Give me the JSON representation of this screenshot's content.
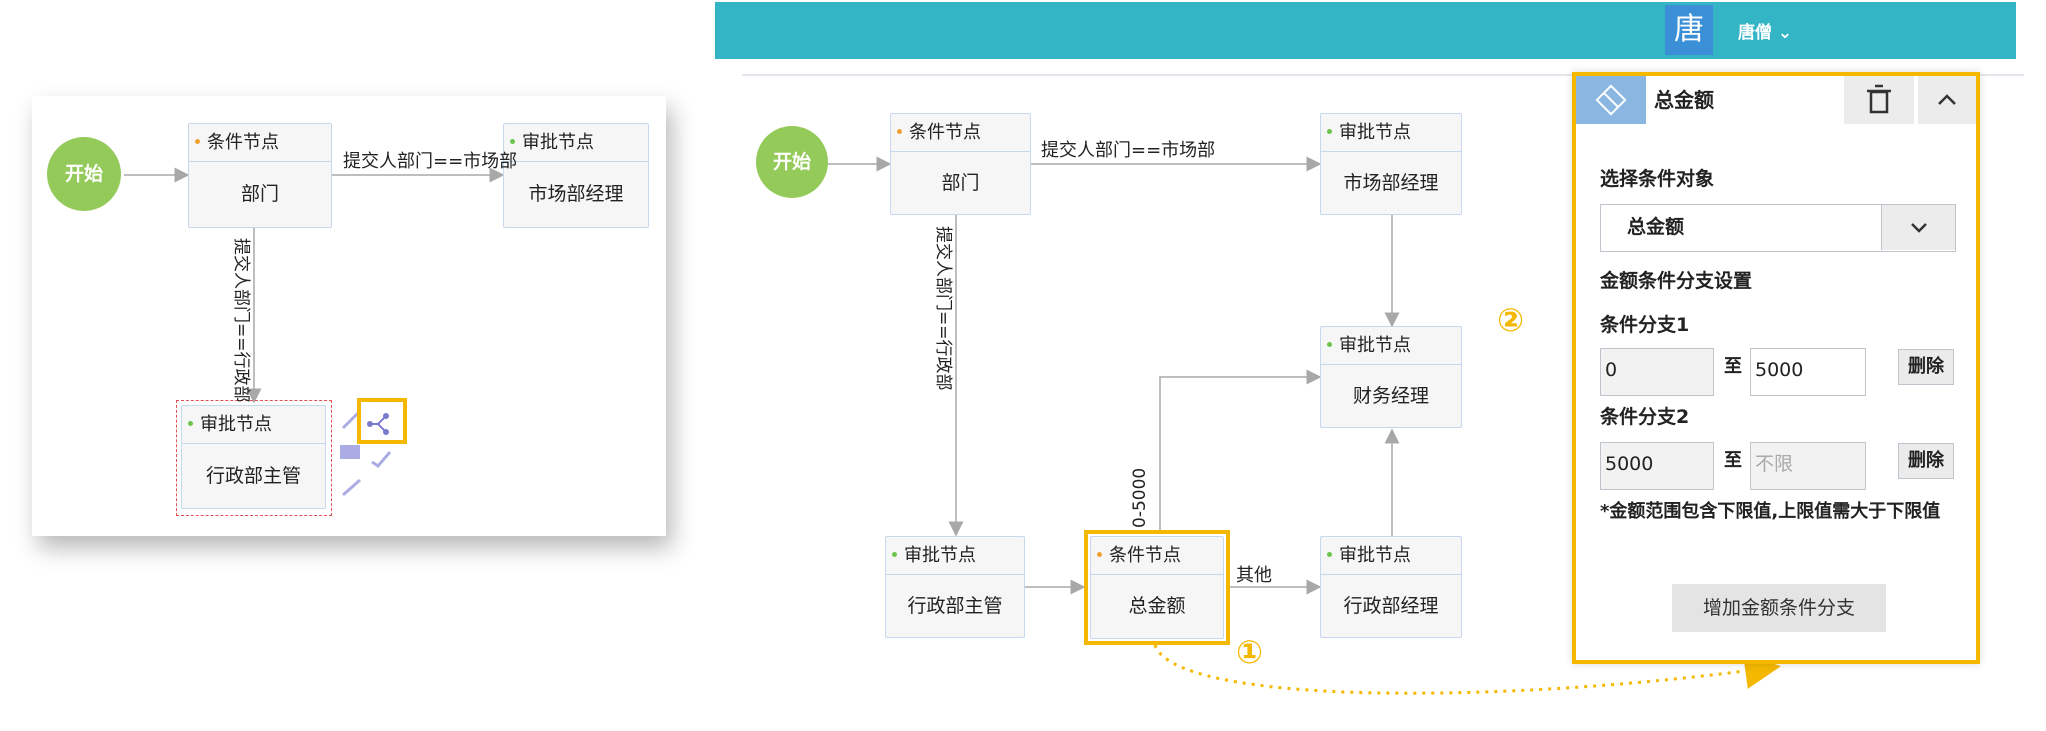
{
  "colors": {
    "accent": "#f5b800",
    "topbar": "#33b5c5",
    "start": "#94ca5a",
    "node_border": "#c5d8ee",
    "arrow": "#a8a8a8"
  },
  "left_diagram": {
    "start": "开始",
    "condition_node": {
      "type": "条件节点",
      "name": "部门"
    },
    "market_node": {
      "type": "审批节点",
      "name": "市场部经理"
    },
    "admin_node": {
      "type": "审批节点",
      "name": "行政部主管"
    },
    "edge_market": "提交人部门==市场部",
    "edge_admin": "提交人部门==行政部"
  },
  "topbar": {
    "avatar": "唐",
    "user": "唐僧",
    "chevron": "⌄"
  },
  "right_diagram": {
    "start": "开始",
    "condition_node": {
      "type": "条件节点",
      "name": "部门"
    },
    "market_node": {
      "type": "审批节点",
      "name": "市场部经理"
    },
    "finance_node": {
      "type": "审批节点",
      "name": "财务经理"
    },
    "admin_node": {
      "type": "审批节点",
      "name": "行政部主管"
    },
    "amount_node": {
      "type": "条件节点",
      "name": "总金额"
    },
    "admin_mgr_node": {
      "type": "审批节点",
      "name": "行政部经理"
    },
    "edge_market": "提交人部门==市场部",
    "edge_admin": "提交人部门==行政部",
    "edge_range": "0-5000",
    "edge_other": "其他",
    "marker_1": "①",
    "marker_2": "②"
  },
  "property_panel": {
    "title": "总金额",
    "select_label": "选择条件对象",
    "select_value": "总金额",
    "section_title": "金额条件分支设置",
    "branch1_label": "条件分支1",
    "branch1_from": "0",
    "branch1_to": "5000",
    "to_word": "至",
    "delete": "删除",
    "branch2_label": "条件分支2",
    "branch2_from": "5000",
    "branch2_to_placeholder": "不限",
    "note": "*金额范围包含下限值,上限值需大于下限值",
    "add_button": "增加金额条件分支"
  }
}
